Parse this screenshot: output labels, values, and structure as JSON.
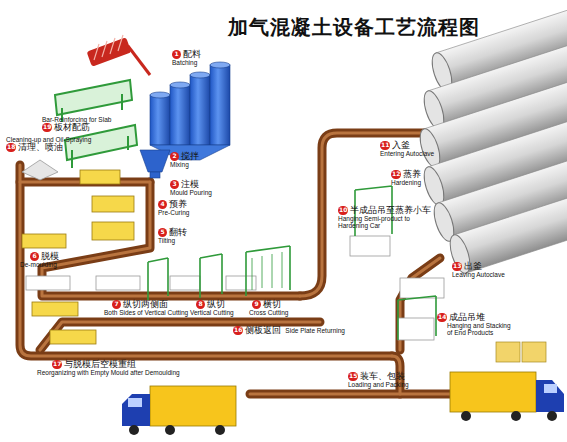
{
  "diagram": {
    "title": "加气混凝土设备工艺流程图",
    "nodes": [
      {
        "text": [
          "1",
          "配料",
          "Batching"
        ]
      },
      {
        "text": [
          "2",
          "搅拌",
          "Mixing"
        ]
      },
      {
        "text": [
          "3",
          "注模",
          "Mould Pouring"
        ]
      },
      {
        "text": [
          "4",
          "预养",
          "Pre-Curing"
        ]
      },
      {
        "text": [
          "5",
          "翻转",
          "Tilting"
        ]
      },
      {
        "text": [
          "6",
          "脱模",
          "De-moulding"
        ]
      },
      {
        "text": [
          "7",
          "纵切两侧面",
          "Both Sides of Vertical Cutting"
        ]
      },
      {
        "text": [
          "8",
          "纵切",
          "Vertical Cutting"
        ]
      },
      {
        "text": [
          "9",
          "横切",
          "Cross Cutting"
        ]
      },
      {
        "text": [
          "10",
          "半成品吊至蒸养小车",
          "Hanging Semi-product to Hardening Car"
        ]
      },
      {
        "text": [
          "11",
          "入釜",
          "Entering Autoclave"
        ]
      },
      {
        "text": [
          "12",
          "蒸养",
          "Hardening"
        ]
      },
      {
        "text": [
          "13",
          "出釜",
          "Leaving Autoclave"
        ]
      },
      {
        "text": [
          "14",
          "成品吊堆",
          "Hanging and Stacking of End Products"
        ]
      },
      {
        "text": [
          "15",
          "装车、包装",
          "Loading and Packing"
        ]
      },
      {
        "text": [
          "16",
          "侧板返回",
          "Side Plate Returning"
        ]
      },
      {
        "text": [
          "17",
          "与脱模后空模重组",
          "Reorganizing with Empty Mould after Demoulding"
        ]
      },
      {
        "text": [
          "18",
          "清理、喷油",
          "Cleaning-up and Oil-Spraying"
        ]
      },
      {
        "text": [
          "19",
          "板材配筋",
          "Bar-Reinforcing for Slab"
        ]
      }
    ]
  }
}
